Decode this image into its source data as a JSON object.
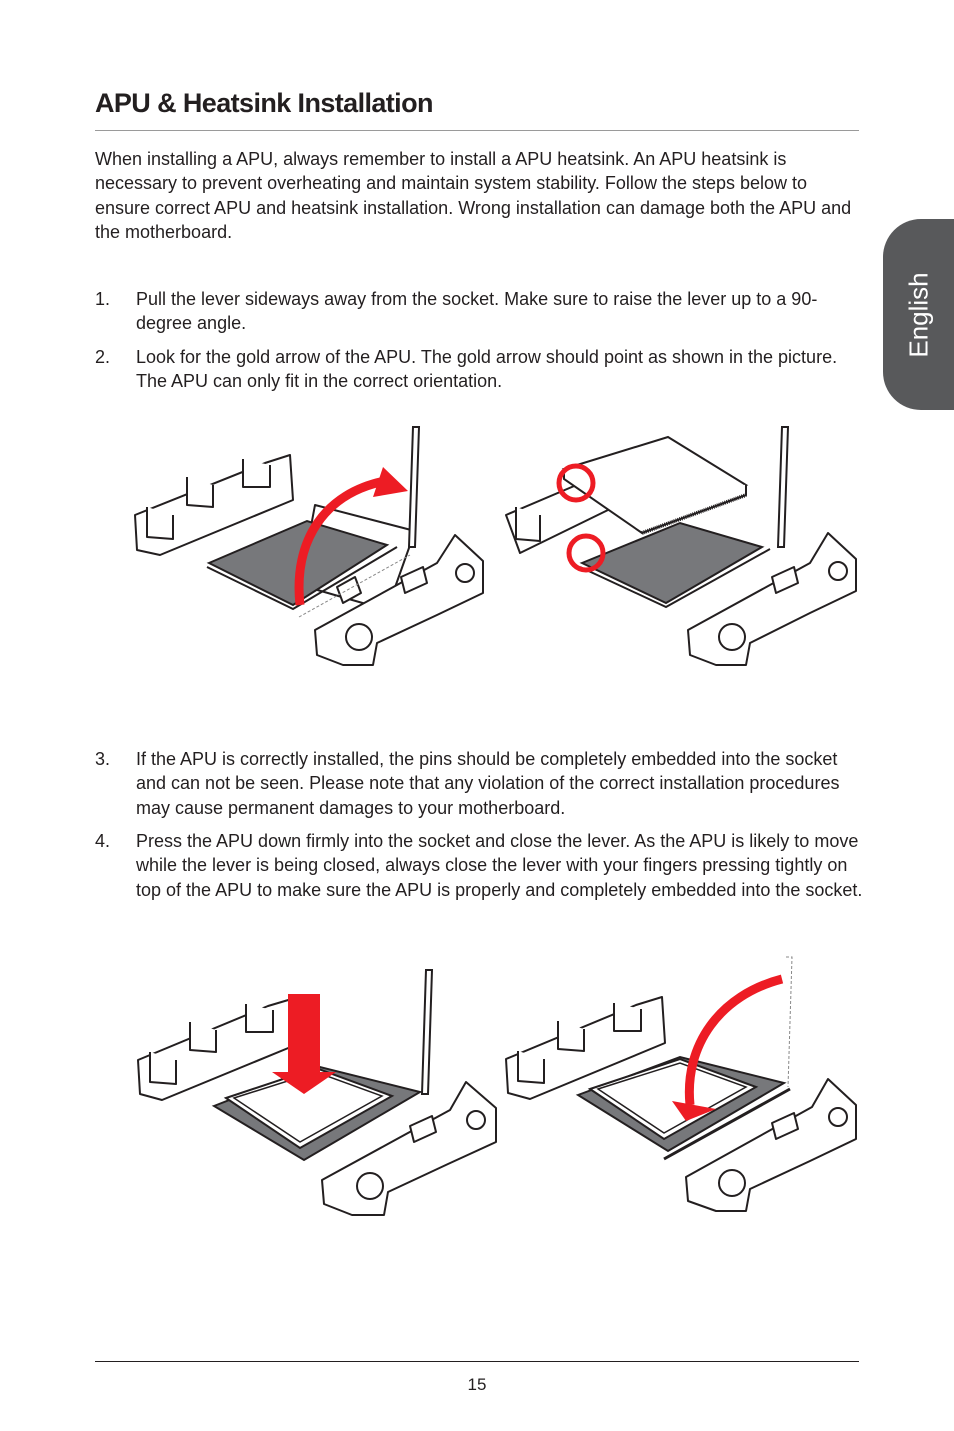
{
  "title": "APU & Heatsink Installation",
  "intro": "When installing a APU, always remember to install a APU heatsink. An APU heatsink is necessary to prevent overheating and maintain system stability. Follow the steps below to ensure correct APU and heatsink installation. Wrong installation can damage both the APU and the motherboard.",
  "steps": [
    {
      "num": "1.",
      "text": "Pull the lever sideways away from the socket.  Make sure to raise the lever up to a 90-degree angle."
    },
    {
      "num": "2.",
      "text": "Look for the gold arrow of the APU. The gold arrow should point as shown in the picture. The APU can only fit in the correct orientation."
    },
    {
      "num": "3.",
      "text": "If the APU is correctly installed, the pins should be completely embedded into the socket and can not be seen.  Please note that any violation of the correct installation procedures may cause permanent damages to your motherboard."
    },
    {
      "num": "4.",
      "text": "Press the APU down firmly into the socket and close the lever.  As the APU is likely to move while the lever is being closed, always close the lever with your fingers pressing tightly on top of the APU to make sure the APU is properly and completely embedded into the socket."
    }
  ],
  "side_tab": "English",
  "page_number": "15",
  "colors": {
    "accent_red": "#ed1c24",
    "tab_gray": "#58595b",
    "socket_gray": "#77787b"
  },
  "figures": [
    {
      "name": "lever-raised-figure",
      "icons": [
        "cpu-socket-icon",
        "lever-up-arrow-icon"
      ]
    },
    {
      "name": "apu-alignment-figure",
      "icons": [
        "apu-chip-icon",
        "gold-arrow-marker-icon",
        "socket-corner-marker-icon"
      ]
    },
    {
      "name": "apu-press-down-figure",
      "icons": [
        "apu-chip-icon",
        "press-down-arrow-icon"
      ]
    },
    {
      "name": "lever-closing-figure",
      "icons": [
        "apu-chip-icon",
        "lever-close-arrow-icon"
      ]
    }
  ]
}
